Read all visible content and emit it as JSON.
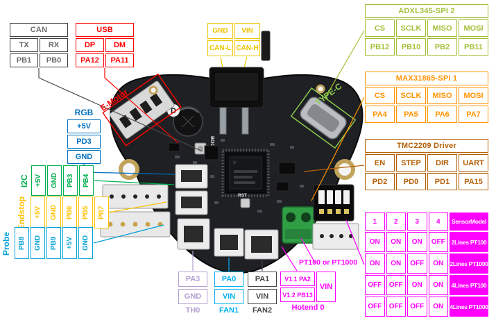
{
  "colors": {
    "can": "#3f3f3f",
    "usb_red": "#ff0000",
    "power_yellow": "#eec500",
    "adxl_lime": "#a2c037",
    "max_orange": "#ff9300",
    "tmc_brown": "#b45f06",
    "rgb_blue": "#0070c0",
    "i2c_green": "#00b050",
    "endstop_amber": "#ffc000",
    "probe_blue": "#00a0d8",
    "th0_lavender": "#b1a0d2",
    "fan1_cyan": "#00b0f0",
    "fan2_dark": "#454545",
    "magenta": "#ff00ff",
    "type_c_green": "#92d050",
    "pcb": "#1e2023"
  },
  "board": {
    "silkscreen": {
      "boot": "BOOT",
      "rst": "RST",
      "d_mark": "D"
    }
  },
  "labels": {
    "e_motor": "E-Motor",
    "type_c": "TYPE-C",
    "pt100": "PT100 or PT1000"
  },
  "tables": {
    "can": {
      "header": "CAN",
      "rows": [
        [
          "TX",
          "RX"
        ],
        [
          "PB1",
          "PB0"
        ]
      ]
    },
    "usb": {
      "header": "USB",
      "rows": [
        [
          "DP",
          "DM"
        ],
        [
          "PA12",
          "PA11"
        ]
      ]
    },
    "power_can": {
      "rows": [
        [
          "GND",
          "VIN"
        ],
        [
          "CAN-L",
          "CAN-H"
        ]
      ]
    },
    "adxl345": {
      "header": "ADXL345-SPI 2",
      "rows": [
        [
          "CS",
          "SCLK",
          "MISO",
          "MOSI"
        ],
        [
          "PB12",
          "PB10",
          "PB2",
          "PB11"
        ]
      ]
    },
    "max31865": {
      "header": "MAX31865-SPI 1",
      "rows": [
        [
          "CS",
          "SCLK",
          "MISO",
          "MOSI"
        ],
        [
          "PA4",
          "PA5",
          "PA6",
          "PA7"
        ]
      ]
    },
    "tmc2209": {
      "header": "TMC2209 Driver",
      "rows": [
        [
          "EN",
          "STEP",
          "DIR",
          "UART"
        ],
        [
          "PD2",
          "PD0",
          "PD1",
          "PA15"
        ]
      ]
    },
    "rgb": {
      "header": "RGB",
      "pins": [
        "+5V",
        "PD3",
        "GND"
      ]
    },
    "i2c": {
      "label": "I2C",
      "pins": [
        "+5V",
        "GND",
        "PB3",
        "PB4"
      ]
    },
    "endstop": {
      "label": "Endstop",
      "pins": [
        "+5V",
        "GND",
        "PB6",
        "PB5",
        "PB7"
      ]
    },
    "probe": {
      "label": "Probe",
      "pins": [
        "PB8",
        "GND",
        "PB9",
        "+5V",
        "GND"
      ]
    },
    "th0": {
      "label": "TH0",
      "pins": [
        "PA3",
        "GND"
      ]
    },
    "fan1": {
      "label": "FAN1",
      "pins": [
        "PA0",
        "VIN"
      ]
    },
    "fan2": {
      "label": "FAN2",
      "pins": [
        "PA1",
        "VIN"
      ]
    },
    "hotend0": {
      "label": "Hotend 0",
      "pins": [
        "V1.1 PA2",
        "V1.2 PB13"
      ],
      "vin": "VIN"
    },
    "sensor": {
      "header": [
        "1",
        "2",
        "3",
        "4",
        "SensorModel"
      ],
      "rows": [
        [
          "ON",
          "ON",
          "ON",
          "OFF",
          "2Lines PT100"
        ],
        [
          "ON",
          "ON",
          "OFF",
          "ON",
          "2Lines PT1000"
        ],
        [
          "OFF",
          "OFF",
          "ON",
          "ON",
          "4Lines PT100"
        ],
        [
          "OFF",
          "OFF",
          "OFF",
          "ON",
          "4Lines PT1000"
        ]
      ]
    }
  }
}
